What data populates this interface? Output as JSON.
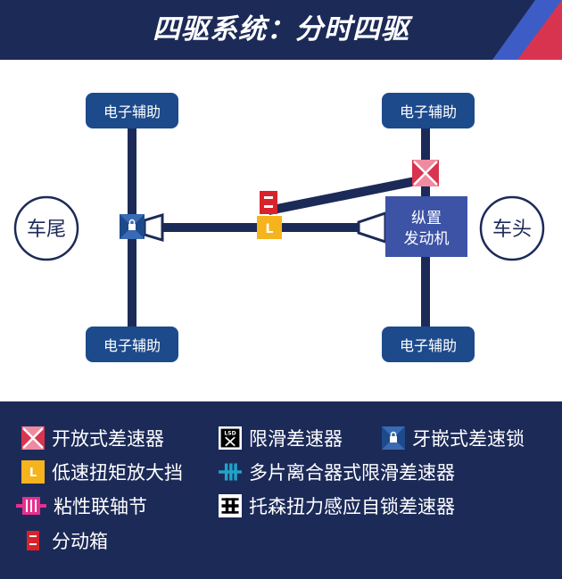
{
  "header": {
    "title": "四驱系统：分时四驱"
  },
  "diagram": {
    "rear_label": "车尾",
    "front_label": "车头",
    "engine_label_line1": "纵置",
    "engine_label_line2": "发动机",
    "wheels": {
      "front_left": "电子辅助",
      "front_right": "电子辅助",
      "rear_left": "电子辅助",
      "rear_right": "电子辅助"
    },
    "low_range_letter": "L"
  },
  "legend": {
    "items": [
      {
        "icon": "open-differential-icon",
        "label": "开放式差速器"
      },
      {
        "icon": "limited-slip-differential-icon",
        "label": "限滑差速器",
        "icon_text": "LSD"
      },
      {
        "icon": "locking-differential-icon",
        "label": "牙嵌式差速锁"
      },
      {
        "icon": "low-range-icon",
        "label": "低速扭矩放大挡",
        "icon_text": "L"
      },
      {
        "icon": "multi-plate-clutch-icon",
        "label": "多片离合器式限滑差速器"
      },
      {
        "icon": "viscous-coupling-icon",
        "label": "粘性联轴节"
      },
      {
        "icon": "torsen-differential-icon",
        "label": "托森扭力感应自锁差速器"
      },
      {
        "icon": "transfer-case-icon",
        "label": "分动箱"
      }
    ]
  },
  "colors": {
    "navy": "#1c2a58",
    "wheel_blue": "#1d4a8a",
    "engine_blue": "#3c53a6",
    "open_diff_red": "#d9344f",
    "low_range_yellow": "#f5b41e",
    "transfer_red": "#d9222a",
    "viscous_pink": "#e62f8f",
    "clutch_teal": "#21a3c9"
  }
}
